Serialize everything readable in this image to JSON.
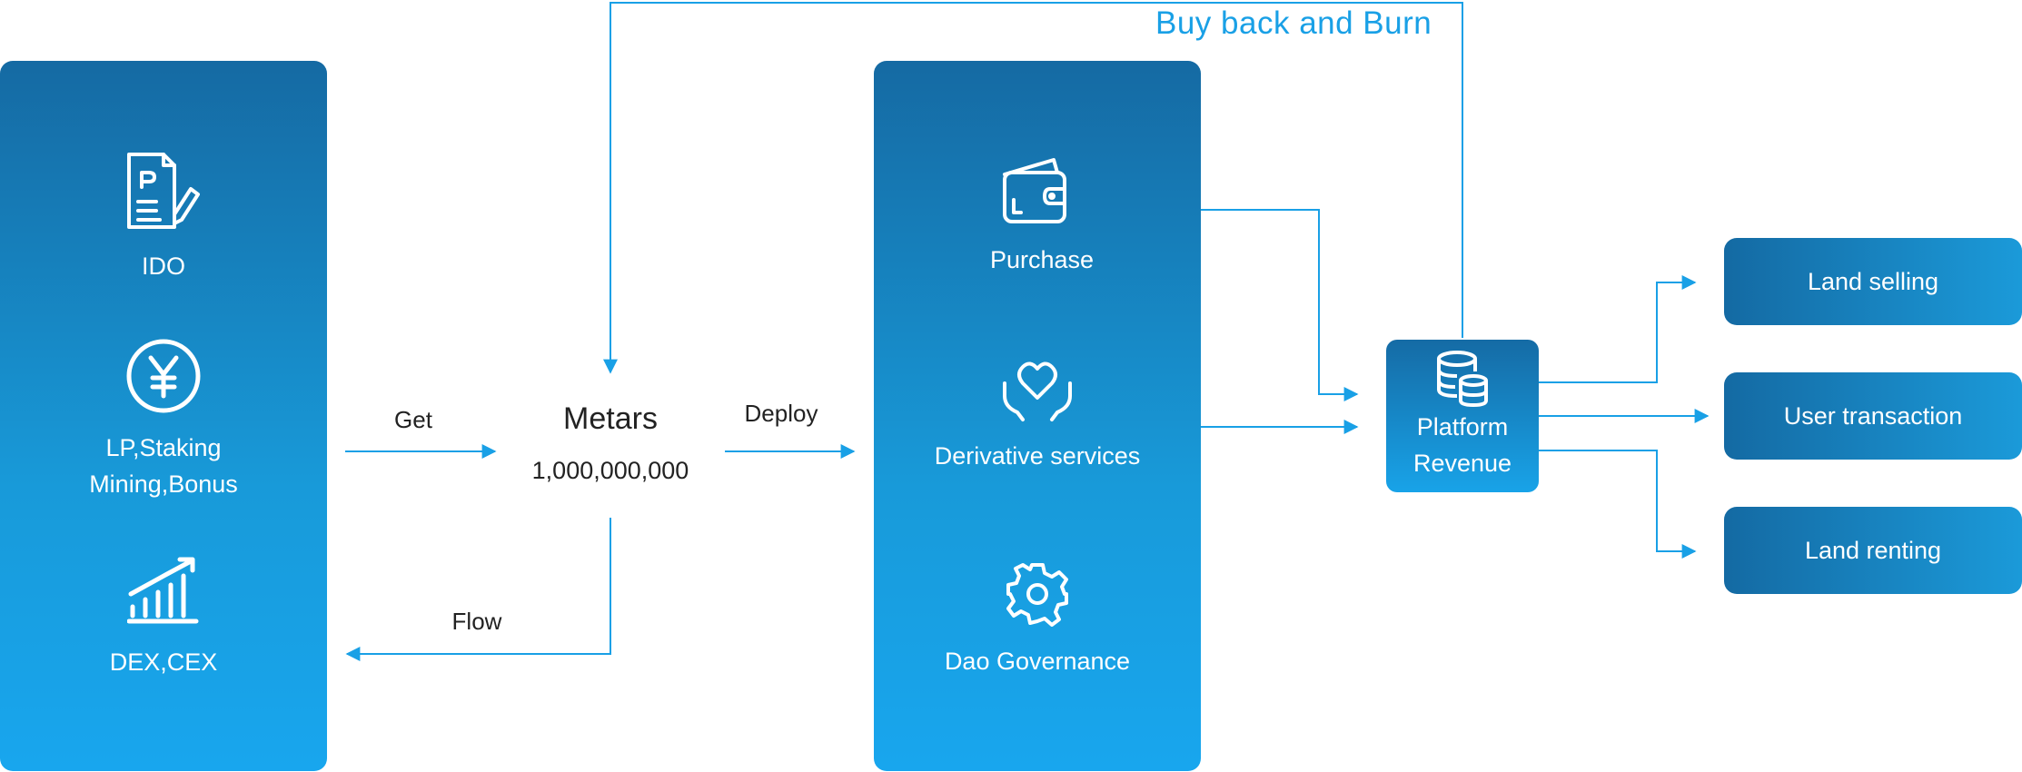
{
  "colors": {
    "accent": "#19a0e6",
    "panel_dark": "#156aa3",
    "panel_light": "#18a6ee"
  },
  "left_panel": {
    "items": [
      {
        "label": "IDO",
        "icon": "document-pen-icon"
      },
      {
        "label_line1": "LP,Staking",
        "label_line2": "Mining,Bonus",
        "icon": "yen-circle-icon"
      },
      {
        "label": "DEX,CEX",
        "icon": "bar-chart-trend-icon"
      }
    ]
  },
  "center": {
    "title": "Metars",
    "amount": "1,000,000,000",
    "get_label": "Get",
    "deploy_label": "Deploy",
    "flow_label": "Flow"
  },
  "middle_panel": {
    "items": [
      {
        "label": "Purchase",
        "icon": "wallet-icon"
      },
      {
        "label": "Derivative services",
        "icon": "heart-hands-icon"
      },
      {
        "label": "Dao Governance",
        "icon": "gear-icon"
      }
    ]
  },
  "loop_label": "Buy back and Burn",
  "revenue": {
    "line1": "Platform",
    "line2": "Revenue",
    "icon": "coin-stack-icon"
  },
  "outputs": [
    {
      "label": "Land selling"
    },
    {
      "label": "User transaction"
    },
    {
      "label": "Land renting"
    }
  ]
}
